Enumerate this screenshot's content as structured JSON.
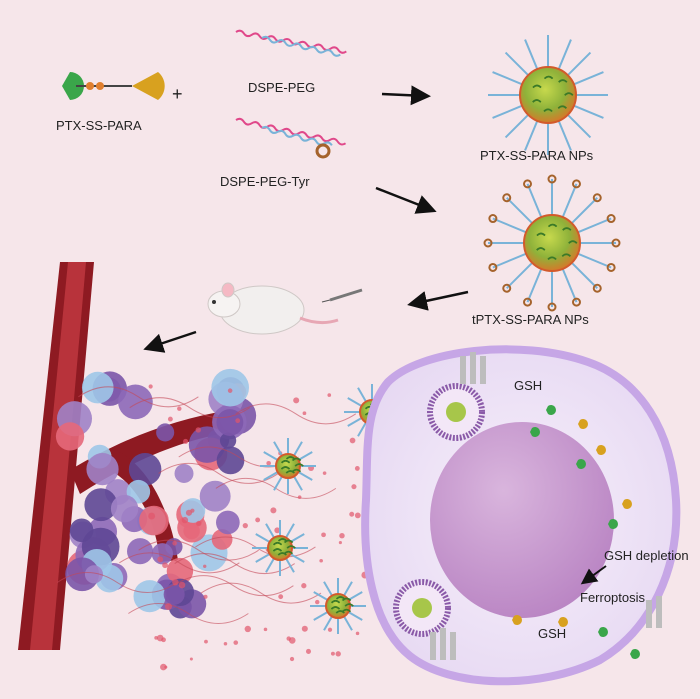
{
  "labels": {
    "drug": "PTX-SS-PARA",
    "plus": "+",
    "lipid1": "DSPE-PEG",
    "lipid2": "DSPE-PEG-Tyr",
    "np1": "PTX-SS-PARA NPs",
    "np2": "tPTX-SS-PARA NPs",
    "gsh_top": "GSH",
    "gsh_depletion": "GSH depletion",
    "ferroptosis": "Ferroptosis",
    "gsh_bottom": "GSH"
  },
  "colors": {
    "background": "#f6e6ea",
    "vessel": "#8e1a22",
    "vessel_light": "#b8333b",
    "cell_membrane": "#cdb6e8",
    "cell_fill": "#efe6f6",
    "nucleus": "#c79ed0",
    "np_core": "#a7c64a",
    "peg_chain": "#79b3d8",
    "tyr_ring": "#a5632c",
    "drug_green": "#3aa64a",
    "drug_gold": "#d8a11f"
  },
  "icons": [
    "mouse-icon",
    "syringe-icon",
    "arrow-icon",
    "nanoparticle-icon",
    "lipid-chain-icon"
  ]
}
